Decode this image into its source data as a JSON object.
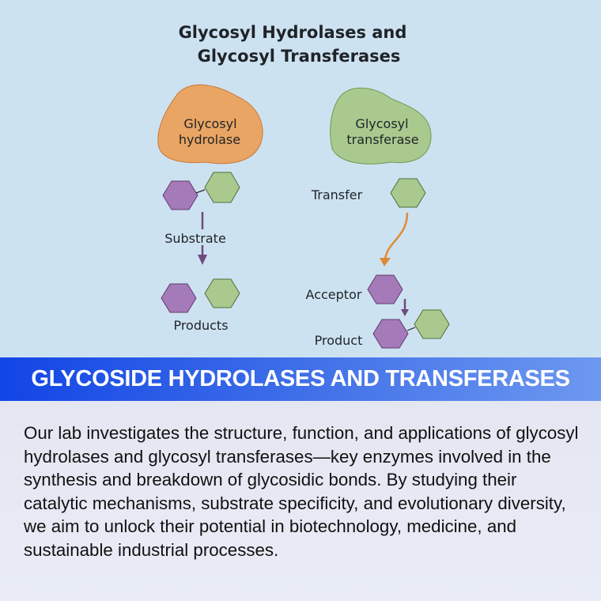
{
  "diagram": {
    "title_line1": "Glycosyl Hydrolases and",
    "title_line2": "Glycosyl Transferases",
    "left": {
      "enzyme_line1": "Glycosyl",
      "enzyme_line2": "hydrolase",
      "substrate_label": "Substrate",
      "products_label": "Products"
    },
    "right": {
      "enzyme_line1": "Glycosyl",
      "enzyme_line2": "transferase",
      "transfer_label": "Transfer",
      "acceptor_label": "Acceptor",
      "product_label": "Product"
    },
    "colors": {
      "orange": "#e9a563",
      "green": "#a9c98e",
      "purple": "#a57ab8",
      "arrow_purple": "#6e4a7e",
      "arrow_orange": "#e08a35"
    }
  },
  "banner": {
    "title": "GLYCOSIDE HYDROLASES AND TRANSFERASES"
  },
  "description": "Our lab investigates the structure, function, and applications of glycosyl hydrolases and glycosyl transferases—key enzymes involved in the synthesis and breakdown of glycosidic bonds. By studying their catalytic mechanisms, substrate specificity, and evolutionary diversity, we aim to unlock their potential in biotechnology, medicine, and sustainable industrial processes."
}
